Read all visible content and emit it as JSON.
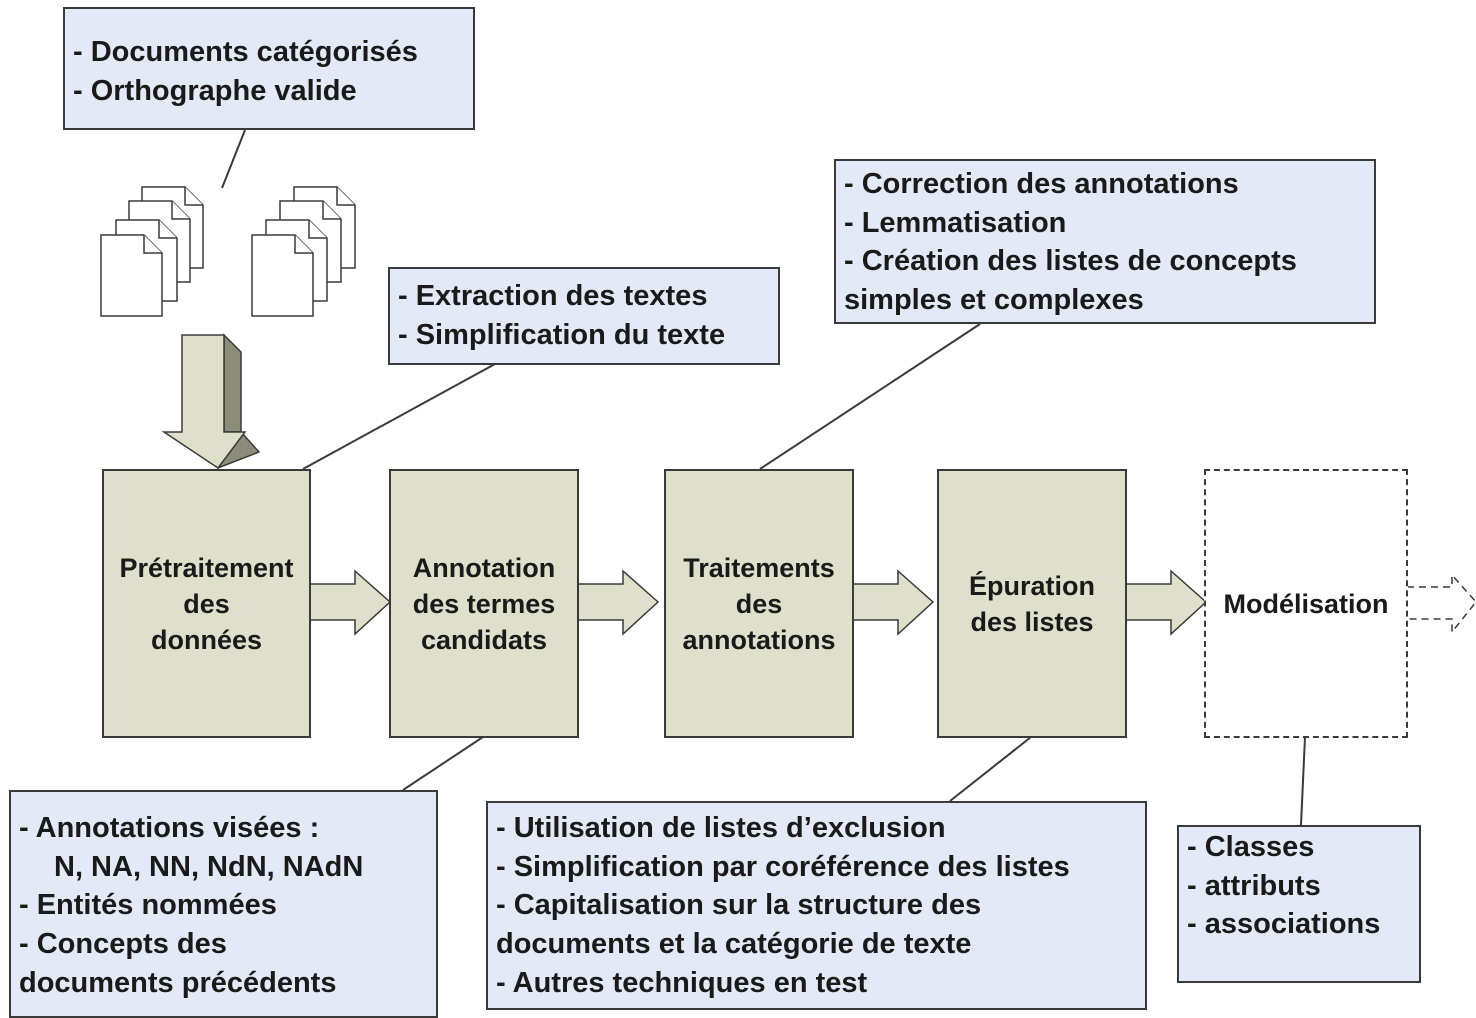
{
  "notes": {
    "documents": [
      "- Documents catégorisés",
      "- Orthographe valide"
    ],
    "extraction": [
      "- Extraction des textes",
      "- Simplification du texte"
    ],
    "corrections": [
      "- Correction des annotations",
      "- Lemmatisation",
      "- Création des listes de concepts",
      "simples et complexes"
    ],
    "annotations": [
      "- Annotations visées :",
      "N, NA, NN, NdN, NAdN",
      "- Entités nommées",
      "- Concepts des",
      "documents précédents"
    ],
    "epuration": [
      "- Utilisation de listes d’exclusion",
      "- Simplification par coréférence des listes",
      "- Capitalisation sur la structure des",
      "documents et la catégorie de texte",
      "- Autres techniques en test"
    ],
    "modelisation": [
      "- Classes",
      "- attributs",
      "- associations"
    ]
  },
  "steps": [
    {
      "lines": [
        "Prétraitement",
        "des",
        "données"
      ]
    },
    {
      "lines": [
        "Annotation",
        "des termes",
        "candidats"
      ]
    },
    {
      "lines": [
        "Traitements",
        "des",
        "annotations"
      ]
    },
    {
      "lines": [
        "Épuration",
        "des listes"
      ]
    },
    {
      "lines": [
        "Modélisation"
      ]
    }
  ],
  "colors": {
    "process_fill": "#dfe0cc",
    "note_fill": "#e3e9f6",
    "stroke": "#3a3a3a",
    "arrow_3d_side": "#8c8d78"
  }
}
